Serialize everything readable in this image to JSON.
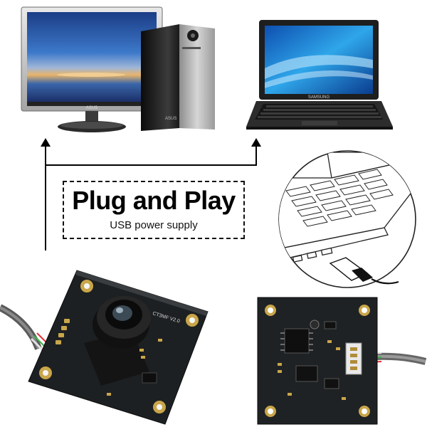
{
  "label": {
    "title": "Plug and Play",
    "subtitle": "USB power supply"
  },
  "monitor": {
    "brand": "ASUS"
  },
  "desktop_tower": {
    "brand": "ASUS"
  },
  "laptop": {
    "brand": "SAMSUNG"
  },
  "camera_board": {
    "model": "CT3MF V2.0"
  },
  "colors": {
    "arrow": "#000000",
    "pcb": "#1d2022",
    "pad": "#c9a64a",
    "screen_blue": "#2a63b8",
    "screen_sunset": "#e7a35a"
  },
  "icons": [
    "monitor-icon",
    "desktop-tower-icon",
    "laptop-icon",
    "laptop-usb-port-illustration",
    "usb-plug-icon",
    "usb-camera-board-front",
    "usb-camera-board-back"
  ]
}
